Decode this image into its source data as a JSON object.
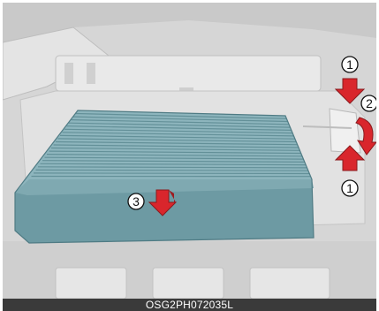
{
  "figure": {
    "caption": "OSG2PH072035L",
    "colors": {
      "arrow": "#d9262c",
      "filter": "#8db5bd",
      "filter_pleat": "#6d9aa3",
      "background": "#d9d9d9",
      "caption_bar": "#3a3a3a"
    },
    "steps": [
      {
        "label": "1",
        "icon": "arrow-down-icon"
      },
      {
        "label": "2",
        "icon": "curved-arrow-icon"
      },
      {
        "label": "1",
        "icon": "arrow-up-icon"
      },
      {
        "label": "3",
        "icon": "arrow-down-icon"
      }
    ]
  }
}
